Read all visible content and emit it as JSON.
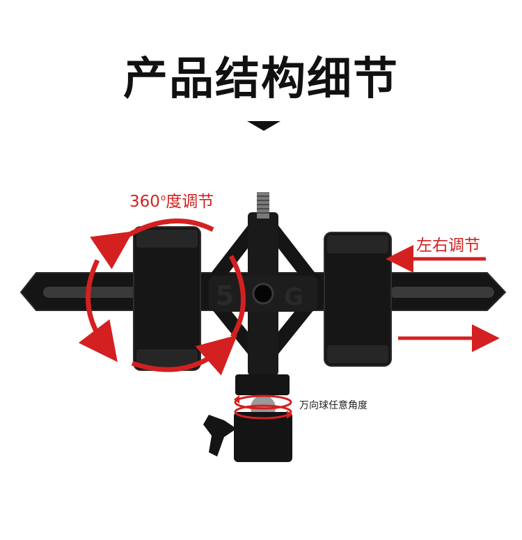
{
  "title": "产品结构细节",
  "labels": {
    "rotate_prefix": "360",
    "rotate_degree": "o",
    "rotate_suffix": "度调节",
    "left_right": "左右调节",
    "ball_head": "万向球任意角度"
  },
  "mount_marking": "5G",
  "colors": {
    "accent": "#d42020",
    "product": "#141414",
    "title": "#111111"
  }
}
